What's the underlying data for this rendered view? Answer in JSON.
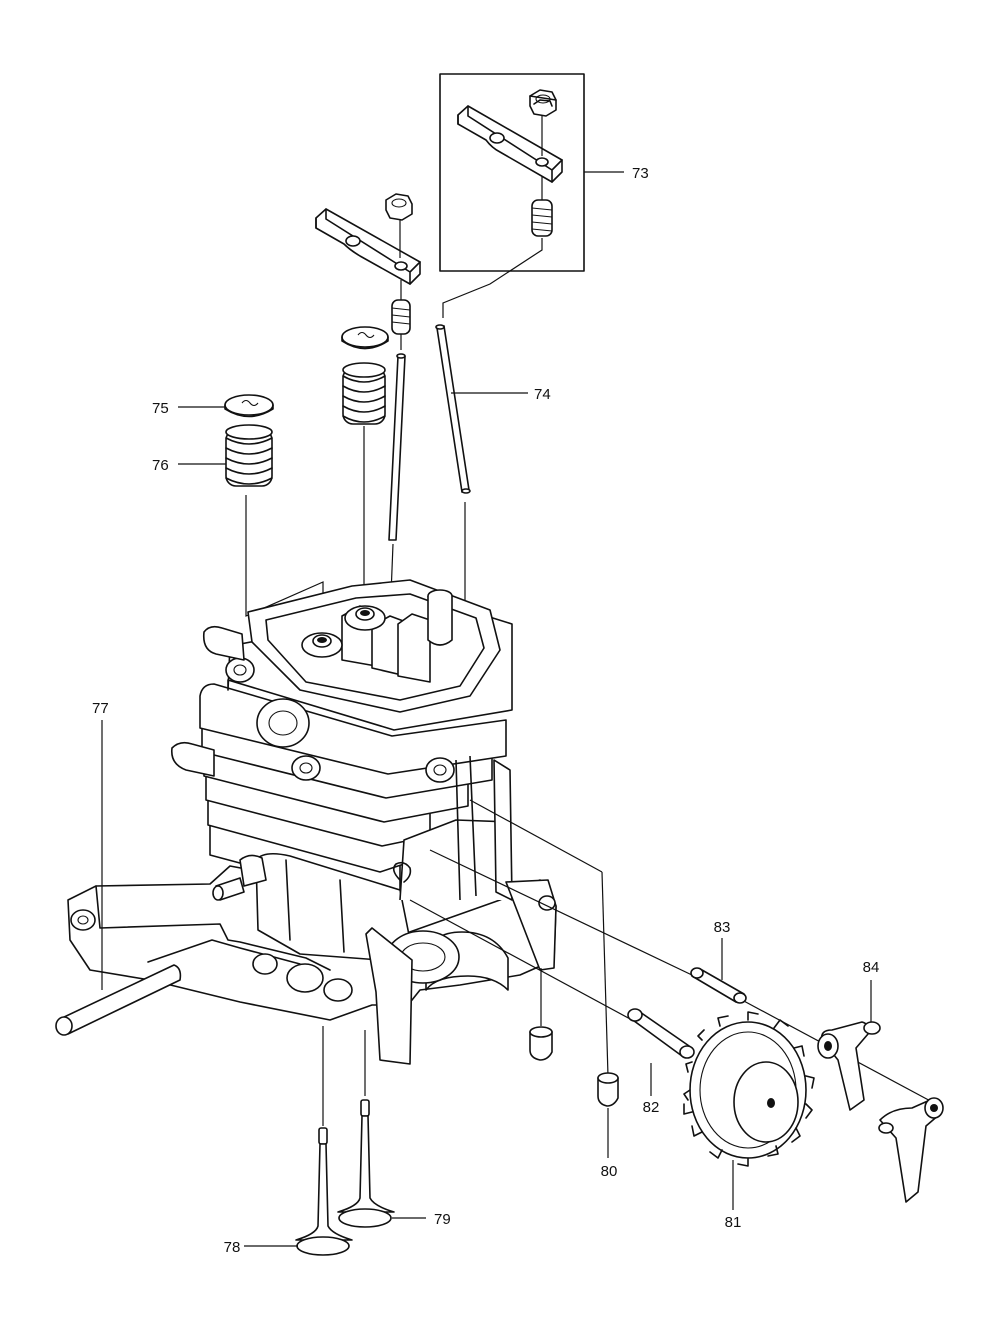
{
  "callouts": [
    {
      "id": "73",
      "label": "73"
    },
    {
      "id": "74",
      "label": "74"
    },
    {
      "id": "75",
      "label": "75"
    },
    {
      "id": "76",
      "label": "76"
    },
    {
      "id": "77",
      "label": "77"
    },
    {
      "id": "78",
      "label": "78"
    },
    {
      "id": "79",
      "label": "79"
    },
    {
      "id": "80",
      "label": "80"
    },
    {
      "id": "81",
      "label": "81"
    },
    {
      "id": "82",
      "label": "82"
    },
    {
      "id": "83",
      "label": "83"
    },
    {
      "id": "84",
      "label": "84"
    }
  ]
}
